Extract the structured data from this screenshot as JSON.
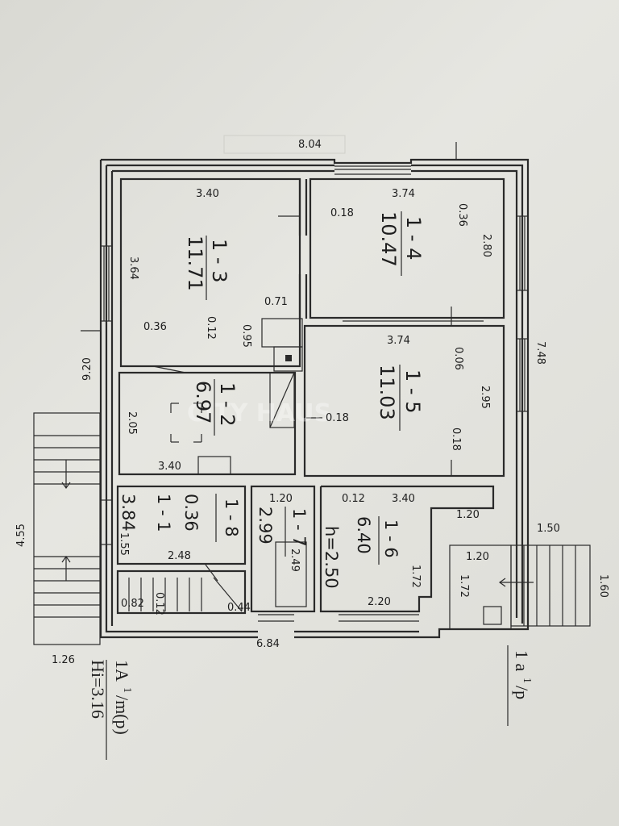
{
  "plan": {
    "overall_width": "8.04",
    "overall_height": "7.48",
    "left_height": "9.20",
    "bottom_width": "6.84",
    "stair_left_height": "4.55",
    "stair_left_width": "1.26",
    "stair_right_width": "1.50",
    "stair_right_height": "1.60",
    "watermark": "CITY HAUS",
    "rooms": {
      "r13": {
        "id": "1 - 3",
        "area": "11.71",
        "w": "3.40",
        "h": "3.64"
      },
      "r14": {
        "id": "1 - 4",
        "area": "10.47",
        "w": "3.74",
        "h": "2.80"
      },
      "r15": {
        "id": "1 - 5",
        "area": "11.03",
        "w": "3.74",
        "h": "2.95"
      },
      "r12": {
        "id": "1 - 2",
        "area": "6.97",
        "w": "3.40",
        "h": "2.05"
      },
      "r11": {
        "id": "1 - 1",
        "area": "3.84",
        "w": "2.48",
        "h": "1.55"
      },
      "r18": {
        "id": "1 - 8",
        "area": "0.36"
      },
      "r17": {
        "id": "1 - 7",
        "area": "2.99",
        "w": "1.20",
        "h": "2.49"
      },
      "r16": {
        "id": "1 - 6",
        "area": "6.40",
        "w": "3.40",
        "h": "2.20",
        "height": "h=2.50"
      }
    },
    "small": {
      "a": "0.18",
      "b": "0.36",
      "c": "0.71",
      "d": "0.36",
      "e": "0.12",
      "f": "0.95",
      "g": "0.06",
      "h": "0.18",
      "i": "0.18",
      "j": "0.12",
      "k": "1.20",
      "l": "1.72",
      "m": "1.20",
      "n": "1.72",
      "o": "0.82",
      "p": "0.12",
      "q": "0.44"
    },
    "labels": {
      "floor_main": "1A",
      "floor_main_sup": "1",
      "floor_main_suffix": "/m(p)",
      "floor_height": "Hi=3.16",
      "annex": "1 a",
      "annex_sup": "1",
      "annex_suffix": "/p"
    }
  }
}
